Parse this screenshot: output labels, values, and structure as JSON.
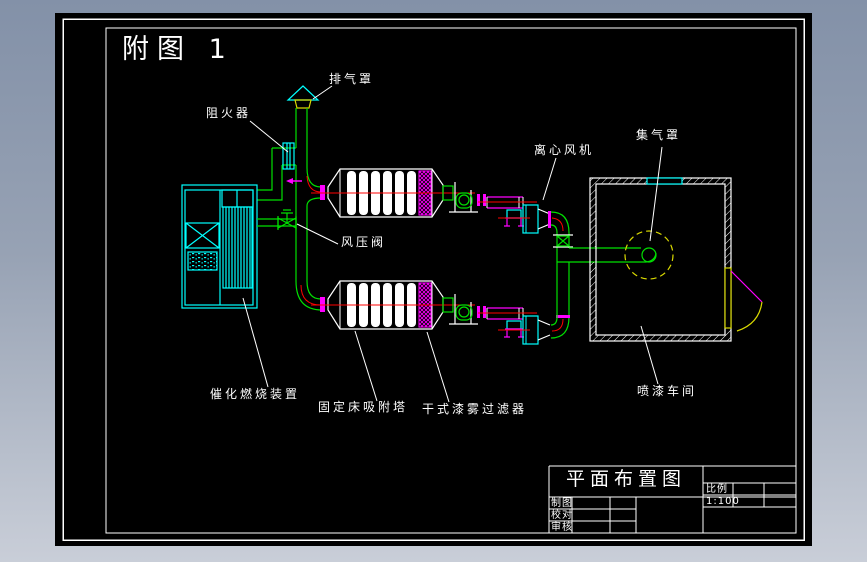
{
  "figure_title": "附图 1",
  "annotations": {
    "exhaust_hood": "排气罩",
    "flame_arrester": "阻火器",
    "pressure_valve": "风压阀",
    "centrifugal_fan": "离心风机",
    "gas_collection_hood": "集气罩",
    "catalytic_combustion_unit": "催化燃烧装置",
    "fixed_bed_adsorption_tower": "固定床吸附塔",
    "dry_paint_mist_filter": "干式漆雾过滤器",
    "spray_paint_workshop": "喷漆车间"
  },
  "title_block": {
    "drawing_title": "平面布置图",
    "scale_label": "比例",
    "scale_value": "1:100",
    "drafted_label": "制图",
    "checked_label": "校对",
    "approved_label": "审核"
  },
  "colors": {
    "background_top": "#8391a8",
    "background_bottom": "#c9ced8",
    "paper": "#000000",
    "frame_white": "#ffffff",
    "pipe_green": "#00e000",
    "equipment_cyan": "#00ffff",
    "flange_magenta": "#ff00ff",
    "centerline_red": "#ff0000",
    "hood_yellow": "#ffff00"
  }
}
